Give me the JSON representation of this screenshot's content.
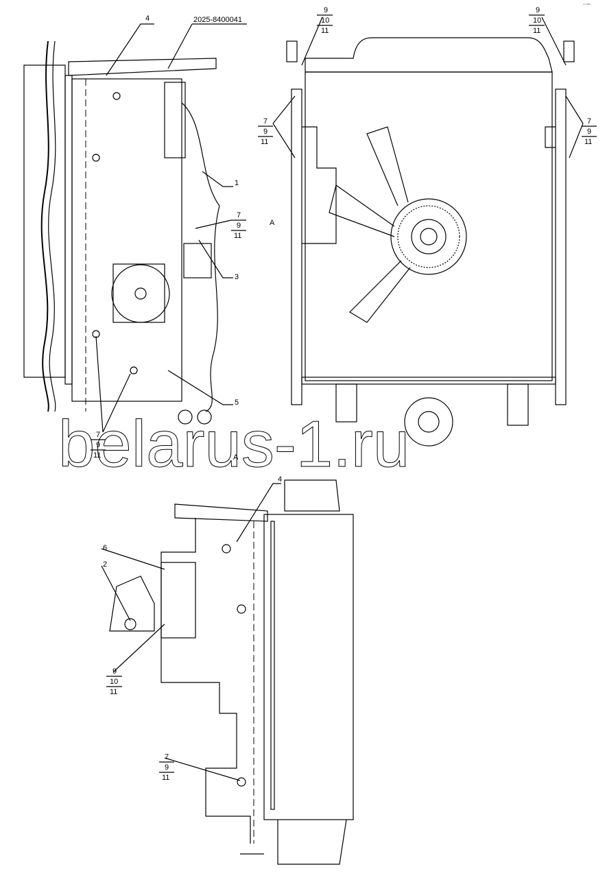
{
  "drawing": {
    "part_number": "2025-8400041",
    "corner_mark": "ᵉᵐ ᴿᴬᴹ",
    "watermark": "belarus-1.ru",
    "section_mark": "A",
    "callouts": {
      "top_left_4": "4",
      "item_1": "1",
      "item_3": "3",
      "item_5": "5",
      "bottom_4": "4",
      "item_6": "6",
      "item_2": "2"
    },
    "stack_9_10_11": [
      "9",
      "10",
      "11"
    ],
    "stack_7_9_11": [
      "7",
      "9",
      "11"
    ]
  }
}
